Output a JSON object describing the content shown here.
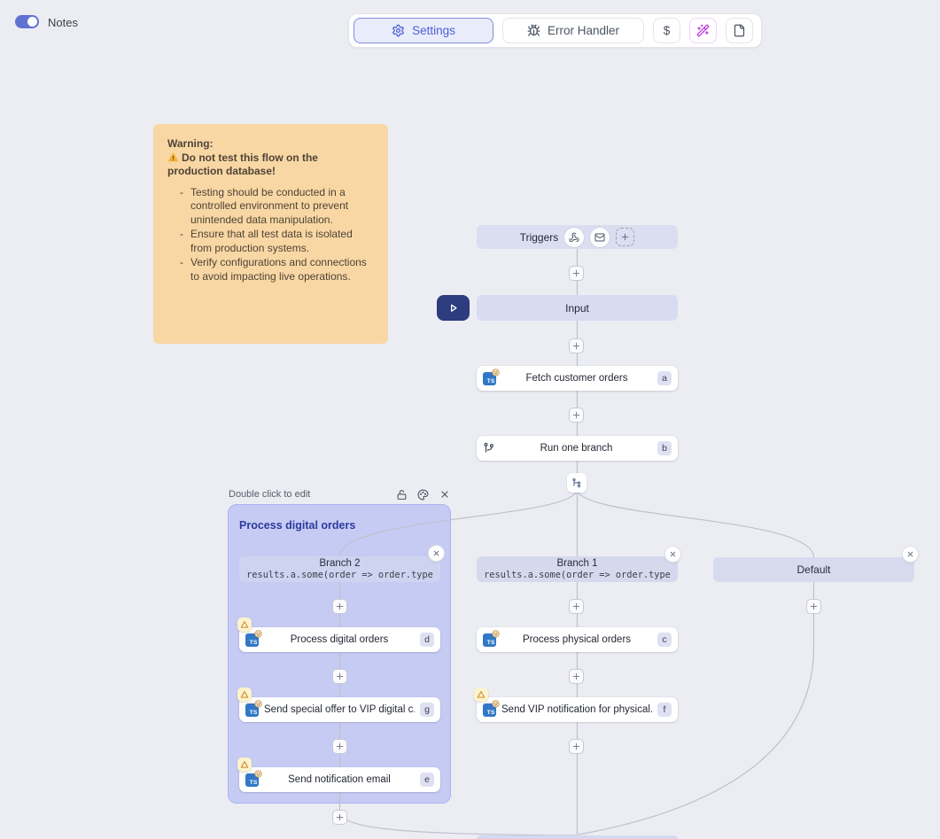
{
  "colors": {
    "bg": "#ecedf3",
    "accent": "#4c5fd5",
    "toggle": "#6272d3",
    "note-bg": "#f8d7a4",
    "note-text": "#4f4336",
    "group-bg": "#c6cbf4",
    "group-border": "#aab3f0",
    "group-title": "#2c3a9c",
    "bar-bg": "#d9dcf0",
    "badge-bg": "#dfe1f2",
    "warn-bg": "#fbf3cd",
    "warn-icon": "#d08b2d",
    "wand": "#bb35e0",
    "play-bg": "#2d3b7f",
    "line": "#bdc1cd",
    "ts-blue": "#3178c6"
  },
  "header": {
    "notes_label": "Notes",
    "settings_label": "Settings",
    "error_handler_label": "Error Handler",
    "dollar_label": "$"
  },
  "note": {
    "title": "Warning:",
    "alert": "Do not test this flow on the production database!",
    "bullets": [
      "Testing should be conducted in a controlled environment to prevent unintended data manipulation.",
      "Ensure that all test data is isolated from production systems.",
      "Verify configurations and connections to avoid impacting live operations."
    ]
  },
  "flow": {
    "triggers_label": "Triggers",
    "input_label": "Input",
    "group_hint": "Double click to edit",
    "group_title": "Process digital orders",
    "steps": {
      "a": {
        "id": "a",
        "label": "Fetch customer orders"
      },
      "b": {
        "id": "b",
        "label": "Run one branch"
      },
      "c": {
        "id": "c",
        "label": "Process physical orders"
      },
      "d": {
        "id": "d",
        "label": "Process digital orders"
      },
      "e": {
        "id": "e",
        "label": "Send notification email"
      },
      "f": {
        "id": "f",
        "label": "Send VIP notification for physical..."
      },
      "g": {
        "id": "g",
        "label": "Send special offer to VIP digital c..."
      }
    },
    "branches": {
      "branch2": {
        "name": "Branch 2",
        "condition": "results.a.some(order => order.type"
      },
      "branch1": {
        "name": "Branch 1",
        "condition": "results.a.some(order => order.type"
      },
      "default": {
        "name": "Default"
      }
    }
  },
  "icons": {
    "settings": "gear",
    "error_handler": "bug",
    "ai_assist": "magic-wand",
    "notes_doc": "document",
    "trigger_1": "webhook",
    "trigger_2": "mail",
    "run": "play",
    "branch": "git-branch",
    "split": "split",
    "group_lock": "lock-open",
    "group_color": "palette",
    "close": "x",
    "step_language": "typescript",
    "warning": "warning-triangle"
  }
}
